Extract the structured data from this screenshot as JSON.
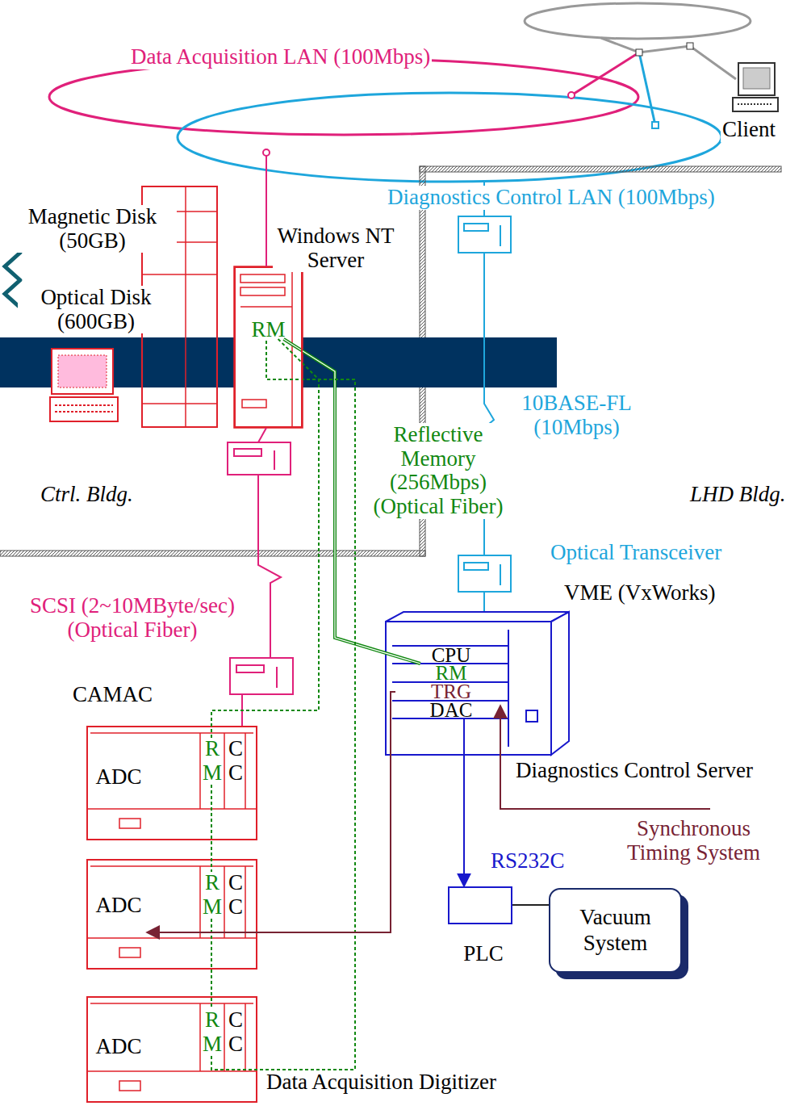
{
  "diagram": {
    "nodes": [
      {
        "text": [
          "Magnetic Disk (50GB)",
          "Optical Disk (600GB)"
        ]
      },
      {
        "text": [
          "Windows NT Server"
        ]
      },
      {
        "text": [
          "RM"
        ],
        "in": 1
      },
      {
        "text": [
          "VME (VxWorks)",
          "Diagnostics Control Server"
        ]
      },
      {
        "text": [
          "CPU"
        ],
        "in": 3
      },
      {
        "text": [
          "RM"
        ],
        "in": 3
      },
      {
        "text": [
          "TRG"
        ],
        "in": 3
      },
      {
        "text": [
          "DAC"
        ],
        "in": 3
      },
      {
        "text": [
          "ADC"
        ]
      },
      {
        "text": [
          "RM"
        ]
      },
      {
        "text": [
          "CC"
        ]
      },
      {
        "text": [
          "ADC"
        ]
      },
      {
        "text": [
          "RM"
        ]
      },
      {
        "text": [
          "CC"
        ]
      },
      {
        "text": [
          "ADC"
        ]
      },
      {
        "text": [
          "RM"
        ]
      },
      {
        "text": [
          "CC"
        ]
      },
      {
        "text": [
          "PLC"
        ]
      },
      {
        "text": [
          "Vacuum System"
        ]
      }
    ],
    "edges": [
      {
        "from": 2,
        "to": 5,
        "label": "Reflective Memory (256Mbps) (Optical Fiber)",
        "arrow": "none"
      },
      {
        "from": 2,
        "to": 9,
        "arrow": "none"
      },
      {
        "from": 9,
        "to": 12,
        "arrow": "none"
      },
      {
        "from": 12,
        "to": 15,
        "arrow": "none"
      },
      {
        "from": 15,
        "to": 2,
        "arrow": "none"
      },
      {
        "from": 6,
        "to": 11,
        "arrow": "to"
      },
      {
        "from": 7,
        "to": 17,
        "label": "RS232C",
        "arrow": "to"
      },
      {
        "from": 17,
        "to": 18,
        "arrow": "none"
      }
    ],
    "labels": [
      "Data Acquisition LAN (100Mbps)",
      "Client",
      "Diagnostics Control LAN (100Mbps)",
      "10BASE-FL (10Mbps)",
      "Ctrl. Bldg.",
      "LHD Bldg.",
      "Optical Transceiver",
      "SCSI (2~10MByte/sec) (Optical Fiber)",
      "CAMAC",
      "Synchronous Timing System",
      "Data Acquisition Digitizer"
    ]
  }
}
